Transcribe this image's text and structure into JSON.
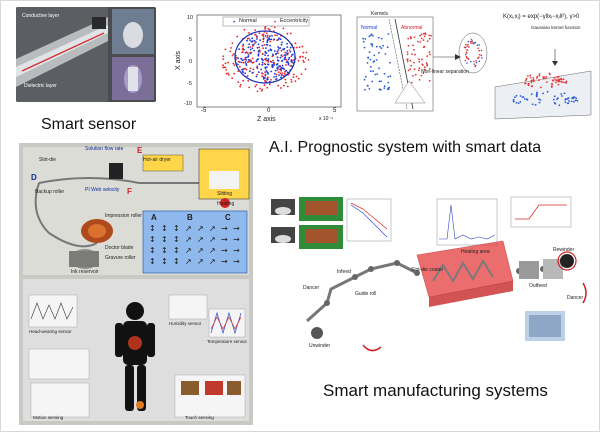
{
  "captions": {
    "smart_sensor": "Smart sensor",
    "ai_prognostic": "A.I. Prognostic system with smart data",
    "smart_manufacturing": "Smart manufacturing systems"
  },
  "sensor_photo": {
    "label_top": "Conductive layer",
    "label_mid": "Dielectric layer"
  },
  "scatter": {
    "legend_normal": "Normal",
    "legend_eccentricity": "Eccentricity",
    "xlabel": "Z axis",
    "ylabel": "X axis",
    "x_ticks": [
      "-5",
      "0",
      "5"
    ],
    "x_exp": "x 10⁻⁴",
    "y_ticks": [
      "10",
      "5",
      "0",
      "-5",
      "-10"
    ],
    "normal_color": "#1f3bd6",
    "ecc_color": "#e8262b"
  },
  "svm": {
    "label_kernels": "Kernels",
    "label_normal": "Normal",
    "label_abnormal": "Abnormal",
    "label_nonlinear": "Non-linear separation",
    "formula": "K(xᵢ,xⱼ) = exp(−γ‖xᵢ−xⱼ‖²), γ>0",
    "label_gaussian": "Gaussian kernel function"
  },
  "printing": {
    "label_solution_flow": "Solution flow rate",
    "label_slot_die": "Slot-die",
    "label_hot_air": "Hot-air dryer",
    "label_web_velocity": "PI Web velocity",
    "label_backup_roller": "Backup roller",
    "label_impression": "Impression roller",
    "label_doctor_blade": "Doctor blade",
    "label_gravure": "Gravure roller",
    "label_ink": "Ink reservoir",
    "label_slitting": "Slitting",
    "label_heating": "Heating",
    "label_a": "A",
    "label_b": "B",
    "label_c": "C",
    "label_d": "D",
    "label_e": "E",
    "label_f": "F"
  },
  "body_figure": {
    "label_head": "Head-wearing sensor",
    "label_humidity": "Humidity sensor",
    "label_temp": "Temperature sensor",
    "label_motion": "Motion sensing",
    "label_touch": "Touch sensing"
  },
  "manufacturing": {
    "label_unwinder": "Unwinder",
    "label_dancer_left": "Dancer",
    "label_infeed": "Infeed",
    "label_guide_roll": "Guide roll",
    "label_heating_area": "Heating area",
    "label_slot_die_coater": "Slot-die coater",
    "label_rewinder": "Rewinder",
    "label_outfeed": "Outfeed",
    "label_dancer_right": "Dancer"
  }
}
